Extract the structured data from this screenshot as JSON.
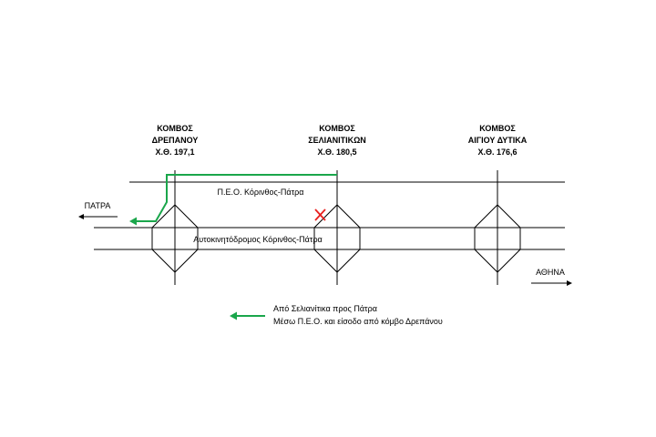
{
  "colors": {
    "line": "#000000",
    "route": "#1aa64b",
    "blocked": "#e8201e"
  },
  "nodes": [
    {
      "name": "drepano",
      "line1": "ΚΟΜΒΟΣ",
      "line2": "ΔΡΕΠΑΝΟΥ",
      "line3": "Χ.Θ. 197,1"
    },
    {
      "name": "selianitika",
      "line1": "ΚΟΜΒΟΣ",
      "line2": "ΣΕΛΙΑΝΙΤΙΚΩΝ",
      "line3": "Χ.Θ. 180,5"
    },
    {
      "name": "aigio",
      "line1": "ΚΟΜΒΟΣ",
      "line2": "ΑΙΓΙΟΥ ΔΥΤΙΚΑ",
      "line3": "Χ.Θ. 176,6"
    }
  ],
  "roads": {
    "old_road": "Π.Ε.Ο. Κόρινθος-Πάτρα",
    "motorway": "Αυτοκινητόδρομος Κόρινθος-Πάτρα"
  },
  "directions": {
    "west": "ΠΑΤΡΑ",
    "east": "ΑΘΗΝΑ"
  },
  "legend": {
    "line1": "Από Σελιανίτικα προς Πάτρα",
    "line2": "Μέσω Π.Ε.Ο. και είσοδο από κόμβο Δρεπάνου"
  }
}
